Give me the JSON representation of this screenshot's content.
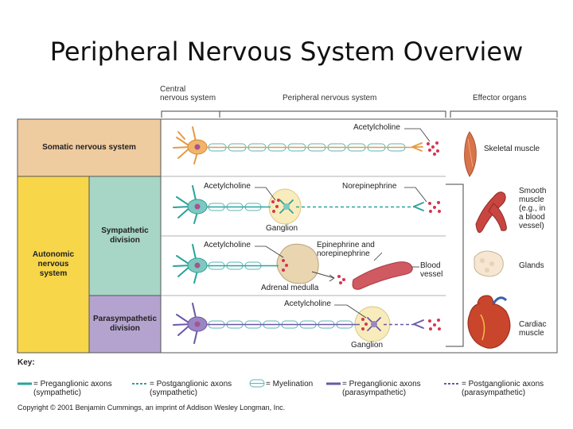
{
  "title": "Peripheral Nervous System Overview",
  "headers": {
    "central": "Central\nnervous system",
    "peripheral": "Peripheral nervous system",
    "effector": "Effector organs"
  },
  "rows": {
    "somatic": "Somatic nervous system",
    "autonomic": "Autonomic\nnervous\nsystem",
    "sympathetic": "Sympathetic\ndivision",
    "parasympathetic": "Parasympathetic\ndivision"
  },
  "labels": {
    "ach_somatic": "Acetylcholine",
    "ach_symp": "Acetylcholine",
    "norepinephrine": "Norepinephrine",
    "ganglion_symp": "Ganglion",
    "ach_adrenal": "Acetylcholine",
    "epinephrine": "Epinephrine and\nnorepinephrine",
    "blood_vessel": "Blood\nvessel",
    "adrenal_medulla": "Adrenal medulla",
    "ach_para": "Acetylcholine",
    "ganglion_para": "Ganglion"
  },
  "effectors": {
    "skeletal": "Skeletal muscle",
    "smooth": "Smooth\nmuscle\n(e.g., in\na blood\nvessel)",
    "glands": "Glands",
    "cardiac": "Cardiac\nmuscle"
  },
  "key": {
    "heading": "Key:",
    "items": [
      {
        "text": "= Preganglionic axons\n(sympathetic)"
      },
      {
        "text": "= Postganglionic axons\n(sympathetic)"
      },
      {
        "text": "= Myelination"
      },
      {
        "text": "= Preganglionic axons\n(parasympathetic)"
      },
      {
        "text": "= Postganglionic axons\n(parasympathetic)"
      }
    ]
  },
  "copyright": "Copyright © 2001 Benjamin Cummings, an imprint of Addison Wesley Longman, Inc.",
  "colors": {
    "somatic_bg": "#efcba0",
    "autonomic_bg": "#f7d64a",
    "sympathetic_bg": "#a7d6c6",
    "parasympathetic_bg": "#b5a3cf",
    "sympathetic_axon": "#2aa39a",
    "parasympathetic_axon": "#6b58a6",
    "somatic_neuron": "#e59b44",
    "neurotransmitter": "#d8344f"
  }
}
